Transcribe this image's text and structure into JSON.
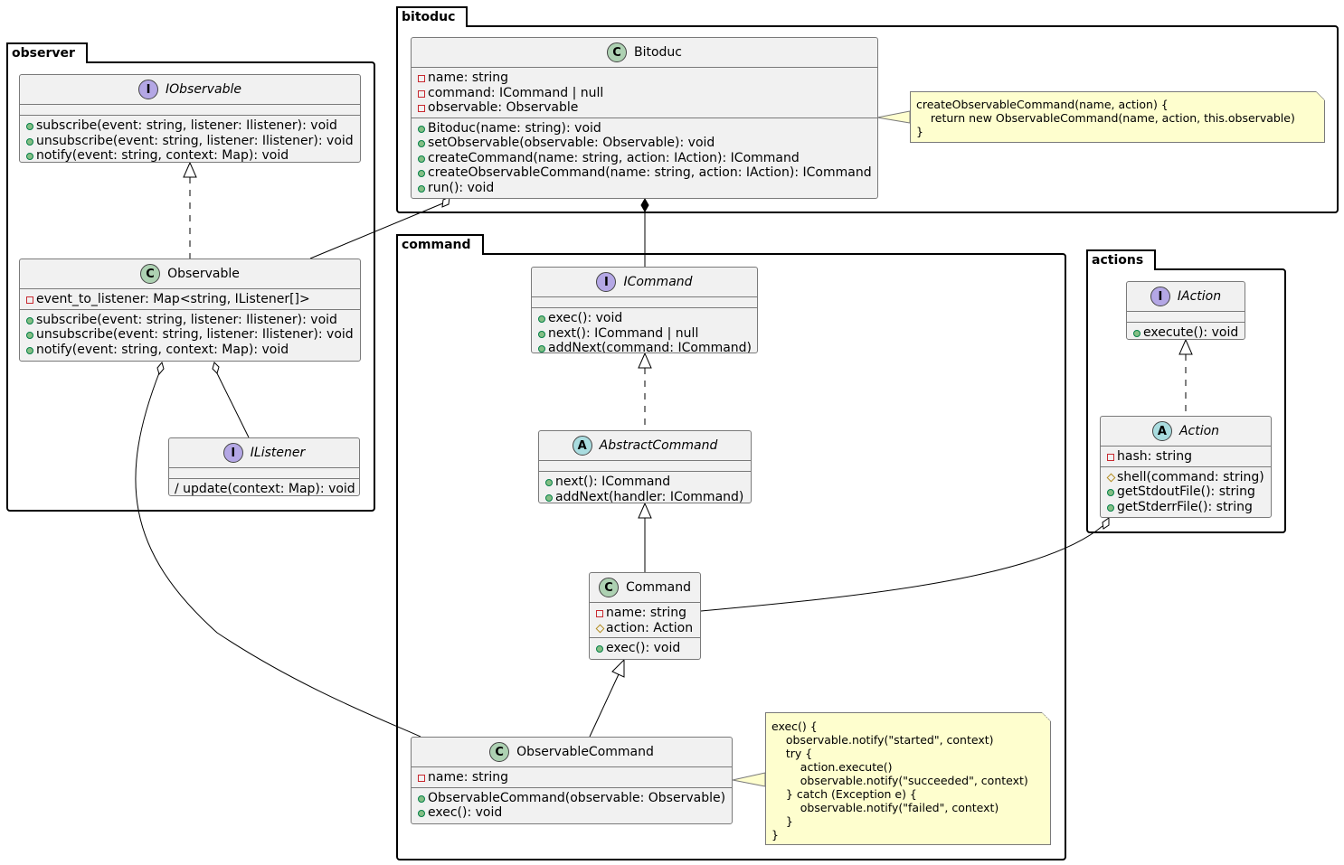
{
  "packages": {
    "observer": "observer",
    "bitoduc": "bitoduc",
    "command": "command",
    "actions": "actions"
  },
  "classes": {
    "iobservable": {
      "name": "IObservable",
      "stereotype": "I",
      "fields": [],
      "methods": [
        "subscribe(event: string, listener: Ilistener): void",
        "unsubscribe(event: string, listener: Ilistener): void",
        "notify(event: string, context: Map): void"
      ]
    },
    "observable": {
      "name": "Observable",
      "stereotype": "C",
      "fields": [
        "event_to_listener: Map<string, IListener[]>"
      ],
      "methods": [
        "subscribe(event: string, listener: Ilistener): void",
        "unsubscribe(event: string, listener: Ilistener): void",
        "notify(event: string, context: Map): void"
      ]
    },
    "ilistener": {
      "name": "IListener",
      "stereotype": "I",
      "fields": [],
      "methods": [
        "/ update(context: Map): void"
      ]
    },
    "bitoduc": {
      "name": "Bitoduc",
      "stereotype": "C",
      "fields": [
        "name: string",
        "command: ICommand | null",
        "observable: Observable"
      ],
      "methods": [
        "Bitoduc(name: string): void",
        "setObservable(observable: Observable): void",
        "createCommand(name: string, action: IAction): ICommand",
        "createObservableCommand(name: string, action: IAction): ICommand",
        "run(): void"
      ]
    },
    "icommand": {
      "name": "ICommand",
      "stereotype": "I",
      "fields": [],
      "methods": [
        "exec(): void",
        "next(): ICommand | null",
        "addNext(command: ICommand)"
      ]
    },
    "abstractcommand": {
      "name": "AbstractCommand",
      "stereotype": "A",
      "fields": [],
      "methods": [
        "next(): ICommand",
        "addNext(handler: ICommand)"
      ]
    },
    "command": {
      "name": "Command",
      "stereotype": "C",
      "fields": [
        "name: string",
        "action: Action"
      ],
      "methods": [
        "exec(): void"
      ]
    },
    "observablecommand": {
      "name": "ObservableCommand",
      "stereotype": "C",
      "fields": [
        "name: string"
      ],
      "methods": [
        "ObservableCommand(observable: Observable)",
        "exec(): void"
      ]
    },
    "iaction": {
      "name": "IAction",
      "stereotype": "I",
      "fields": [],
      "methods": [
        "execute(): void"
      ]
    },
    "action": {
      "name": "Action",
      "stereotype": "A",
      "fields": [
        "hash: string"
      ],
      "methods": [
        "shell(command: string)",
        "getStdoutFile(): string",
        "getStderrFile(): string"
      ]
    }
  },
  "notes": {
    "bitoduc_note": [
      "createObservableCommand(name, action) {",
      "    return new ObservableCommand(name, action, this.observable)",
      "}"
    ],
    "exec_note": [
      "exec() {",
      "    observable.notify(\"started\", context)",
      "    try {",
      "        action.execute()",
      "        observable.notify(\"succeeded\", context)",
      "    } catch (Exception e) {",
      "        observable.notify(\"failed\", context)",
      "    }",
      "}"
    ]
  }
}
